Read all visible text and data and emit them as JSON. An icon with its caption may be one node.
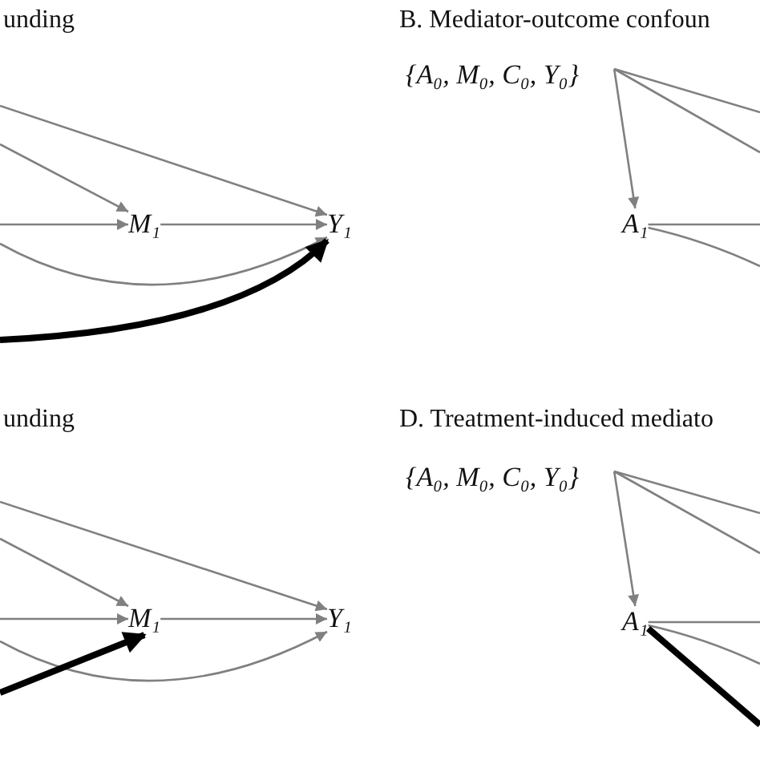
{
  "diagram": {
    "nodes": [
      {
        "text": [
          "M₁"
        ]
      },
      {
        "text": [
          "Y₁"
        ]
      },
      {
        "text": [
          "{A₀, M₀, C₀, Y₀}"
        ]
      },
      {
        "text": [
          "A₁"
        ]
      },
      {
        "text": [
          "M₁"
        ]
      },
      {
        "text": [
          "Y₁"
        ]
      },
      {
        "text": [
          "{A₀, M₀, C₀, Y₀}"
        ]
      },
      {
        "text": [
          "A₁"
        ]
      }
    ],
    "edges": [
      {
        "from": null,
        "to": 1,
        "arrow": "to"
      },
      {
        "from": null,
        "to": 0,
        "arrow": "to"
      },
      {
        "from": null,
        "to": 0,
        "arrow": "to"
      },
      {
        "from": 0,
        "to": 1,
        "arrow": "to"
      },
      {
        "from": null,
        "to": 1,
        "arrow": "to"
      },
      {
        "from": null,
        "to": 1,
        "arrow": "to",
        "style": "thick",
        "color": "#000000"
      },
      {
        "from": 2,
        "to": 3,
        "arrow": "to"
      },
      {
        "from": 2,
        "to": null,
        "arrow": "none"
      },
      {
        "from": 2,
        "to": null,
        "arrow": "none"
      },
      {
        "from": 3,
        "to": null,
        "arrow": "none"
      },
      {
        "from": 3,
        "to": null,
        "arrow": "none"
      },
      {
        "from": null,
        "to": 5,
        "arrow": "to"
      },
      {
        "from": null,
        "to": 4,
        "arrow": "to"
      },
      {
        "from": null,
        "to": 4,
        "arrow": "to"
      },
      {
        "from": 4,
        "to": 5,
        "arrow": "to"
      },
      {
        "from": null,
        "to": 5,
        "arrow": "to"
      },
      {
        "from": null,
        "to": 4,
        "arrow": "to",
        "style": "thick",
        "color": "#000000"
      },
      {
        "from": 6,
        "to": 7,
        "arrow": "to"
      },
      {
        "from": 6,
        "to": null,
        "arrow": "none"
      },
      {
        "from": 6,
        "to": null,
        "arrow": "none"
      },
      {
        "from": 7,
        "to": null,
        "arrow": "none"
      },
      {
        "from": 7,
        "to": null,
        "arrow": "none"
      },
      {
        "from": 7,
        "to": null,
        "arrow": "none",
        "style": "thick",
        "color": "#000000"
      }
    ],
    "labels": [
      "unding",
      "B. Mediator-outcome confoun",
      "unding",
      "D. Treatment-induced mediato"
    ]
  }
}
